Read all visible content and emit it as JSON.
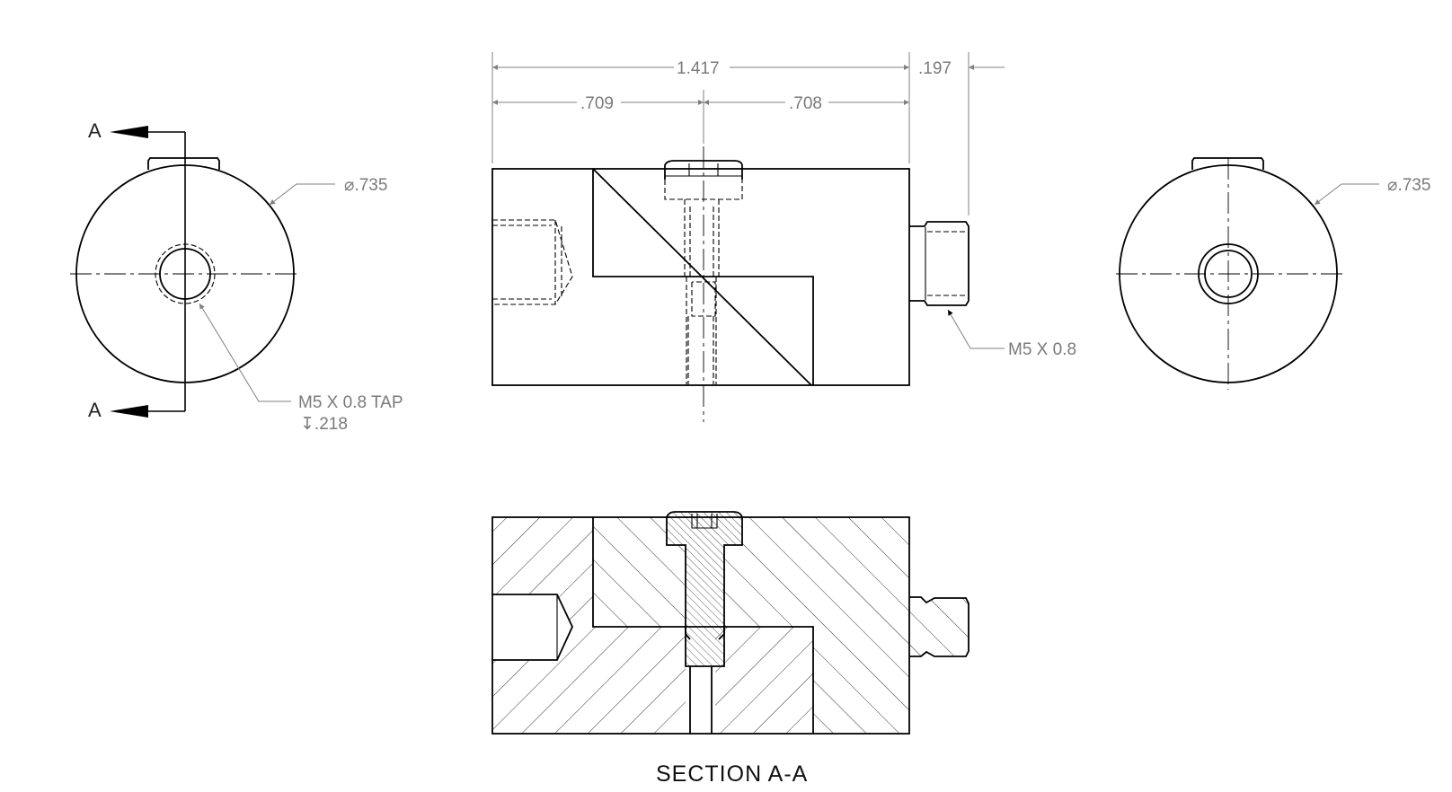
{
  "drawing": {
    "section_cut_label_top": "A",
    "section_cut_label_bottom": "A",
    "left_view": {
      "diameter_callout": "⌀.735",
      "tap_callout_line1": "M5 X 0.8 TAP",
      "tap_callout_line2": "↧.218"
    },
    "front_view": {
      "overall_length": "1.417",
      "left_half": ".709",
      "right_half": ".708",
      "stud_length": ".197",
      "thread_callout": "M5 X 0.8"
    },
    "right_view": {
      "diameter_callout": "⌀.735"
    },
    "section_title": "SECTION A-A"
  }
}
